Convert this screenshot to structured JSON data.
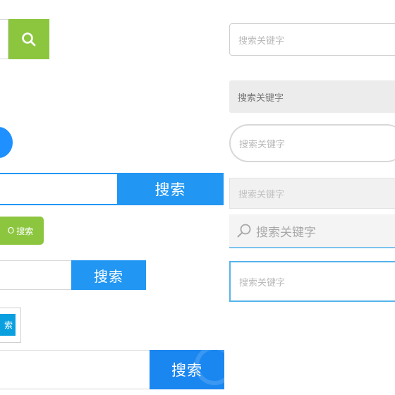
{
  "left": {
    "row4_button": "搜索",
    "green_button": {
      "icon_glyph": "O",
      "label": "搜索"
    },
    "row6_button": "搜索",
    "row7_button": "索",
    "row8_button": "搜索"
  },
  "right": {
    "search1_placeholder": "搜索关键字",
    "search2_placeholder": "搜索关键字",
    "search3_placeholder": "搜索关键字",
    "search4_placeholder": "搜索关键字",
    "search5_placeholder": "搜索关键字",
    "search6_placeholder": "搜索关键字"
  },
  "colors": {
    "green": "#8cc63f",
    "blue": "#2196f3",
    "light_blue_border": "#55b4ec"
  },
  "icons": {
    "row1_button_icon": "search-icon",
    "search5_icon": "search-icon"
  }
}
